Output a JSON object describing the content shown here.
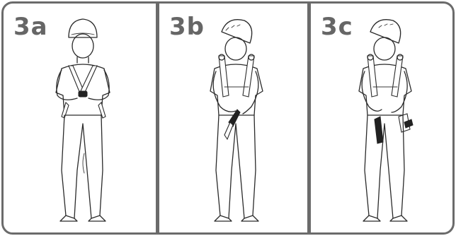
{
  "steps": [
    {
      "label": "3a"
    },
    {
      "label": "3b"
    },
    {
      "label": "3c"
    }
  ]
}
